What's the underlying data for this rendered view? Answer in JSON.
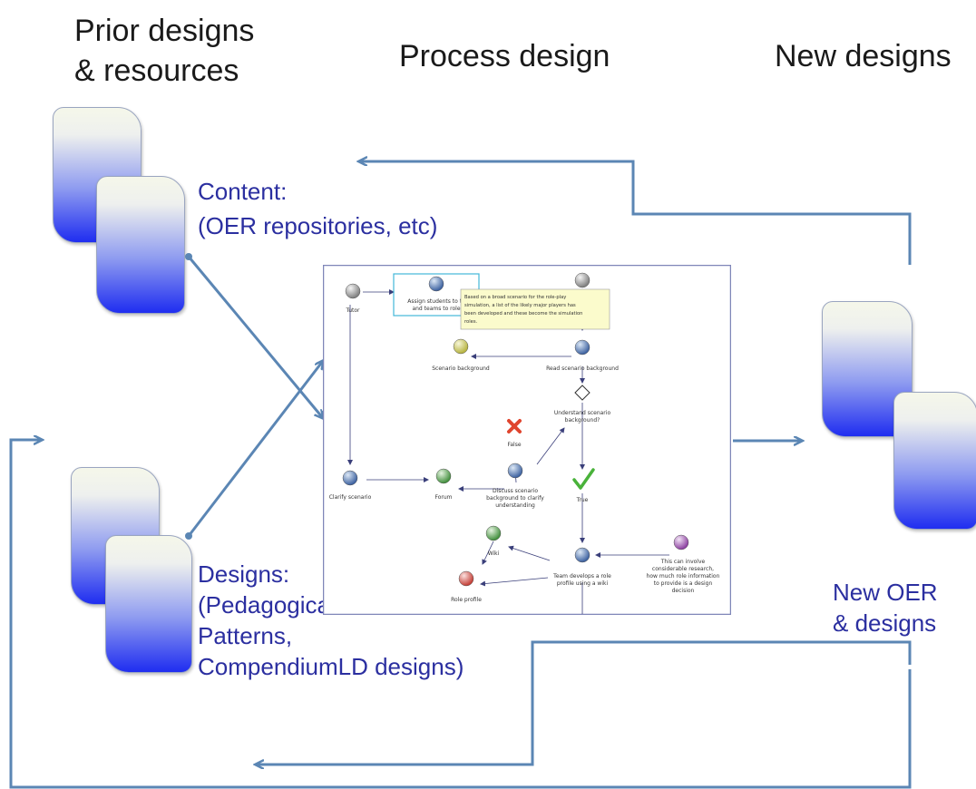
{
  "headings": {
    "prior_line1": "Prior designs",
    "prior_line2": "& resources",
    "process": "Process design",
    "new": "New designs"
  },
  "labels": {
    "content_line1": "Content:",
    "content_line2": "(OER repositories, etc)",
    "designs_line1": "Designs:",
    "designs_line2": "(Pedagogical",
    "designs_line3": "Patterns,",
    "designs_line4": "CompendiumLD designs)",
    "new_oer_line1": "New OER",
    "new_oer_line2": "& designs"
  },
  "screenshot": {
    "nodes": {
      "tutor": "Tutor",
      "assign_line1": "Assign students to te",
      "assign_line2": "and teams to role",
      "scenario_background": "Scenario background",
      "read_scenario": "Read scenario background",
      "understand_line1": "Understand scenario",
      "understand_line2": "background?",
      "false": "False",
      "true": "True",
      "clarify": "Clarify scenario",
      "forum": "Forum",
      "discuss_line1": "Discuss scenario",
      "discuss_line2": "background to clarify",
      "discuss_line3": "understanding",
      "wiki": "Wiki",
      "role_profile": "Role profile",
      "team_line1": "Team develops a role",
      "team_line2": "profile using a wiki",
      "note_line1": "This can involve",
      "note_line2": "considerable research,",
      "note_line3": "how much role information",
      "note_line4": "to provide is a design",
      "note_line5": "decision"
    },
    "tooltip": {
      "line1": "Based on a broad scenario for the role-play",
      "line2": "simulation, a list of the likely major players has",
      "line3": "been developed and these become the simulation",
      "line4": "roles."
    }
  },
  "colors": {
    "arrow": "#5b86b4",
    "label_blue": "#2b2fa0",
    "doc_top": "#f5f7ea",
    "doc_bottom": "#1f2df0"
  }
}
